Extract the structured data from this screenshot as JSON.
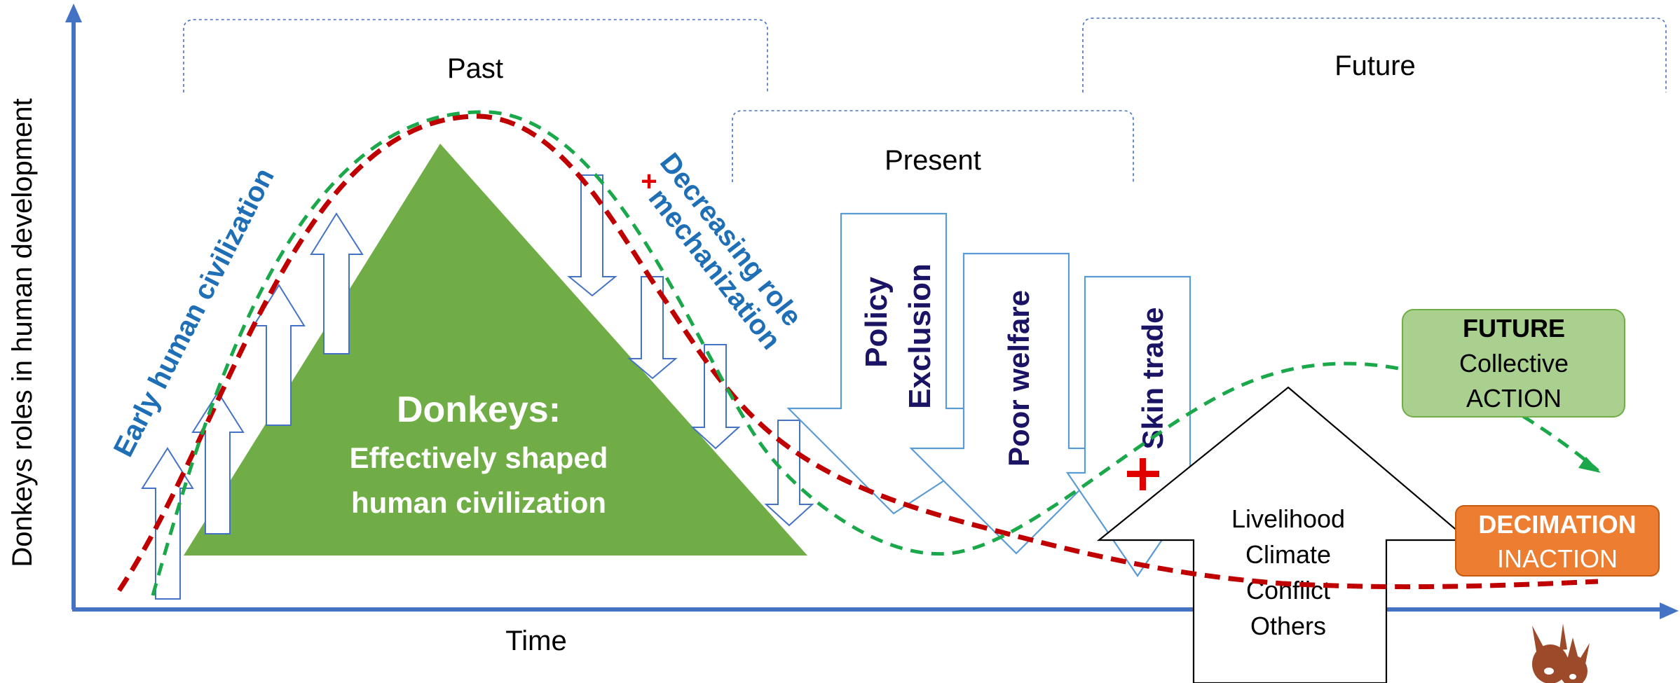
{
  "axes": {
    "y_label": "Donkeys roles in human development",
    "x_label": "Time"
  },
  "periods": {
    "past": "Past",
    "present": "Present",
    "future": "Future"
  },
  "triangle": {
    "title": "Donkeys:",
    "line1": "Effectively shaped",
    "line2": "human civilization"
  },
  "rising_label": "Early human civilization",
  "falling_label": {
    "line1": "Decreasing role",
    "line2": "mechanization",
    "plus_glyph": "+"
  },
  "pressures": {
    "policy": [
      "Policy",
      "Exclusion"
    ],
    "welfare": "Poor welfare",
    "skin": "Skin trade",
    "plus_glyph": "+"
  },
  "drivers": [
    "Livelihood",
    "Climate",
    "Conflict",
    "Others"
  ],
  "outcomes": {
    "future": {
      "title": "FUTURE",
      "line1": "Collective",
      "line2": "ACTION"
    },
    "decimation": {
      "title": "DECIMATION",
      "line1": "INACTION"
    }
  },
  "colors": {
    "axis": "#4472c4",
    "triangle": "#70ad47",
    "text_blue": "#1f6fb7",
    "text_navy": "#1b1464",
    "red_curve": "#c00000",
    "green_curve": "#1aa84a",
    "future_box": "#a9d08e",
    "decimation_box": "#ed7d31",
    "plus_red": "#e00000"
  },
  "icons": {
    "logo": "donkey-logo-icon"
  }
}
